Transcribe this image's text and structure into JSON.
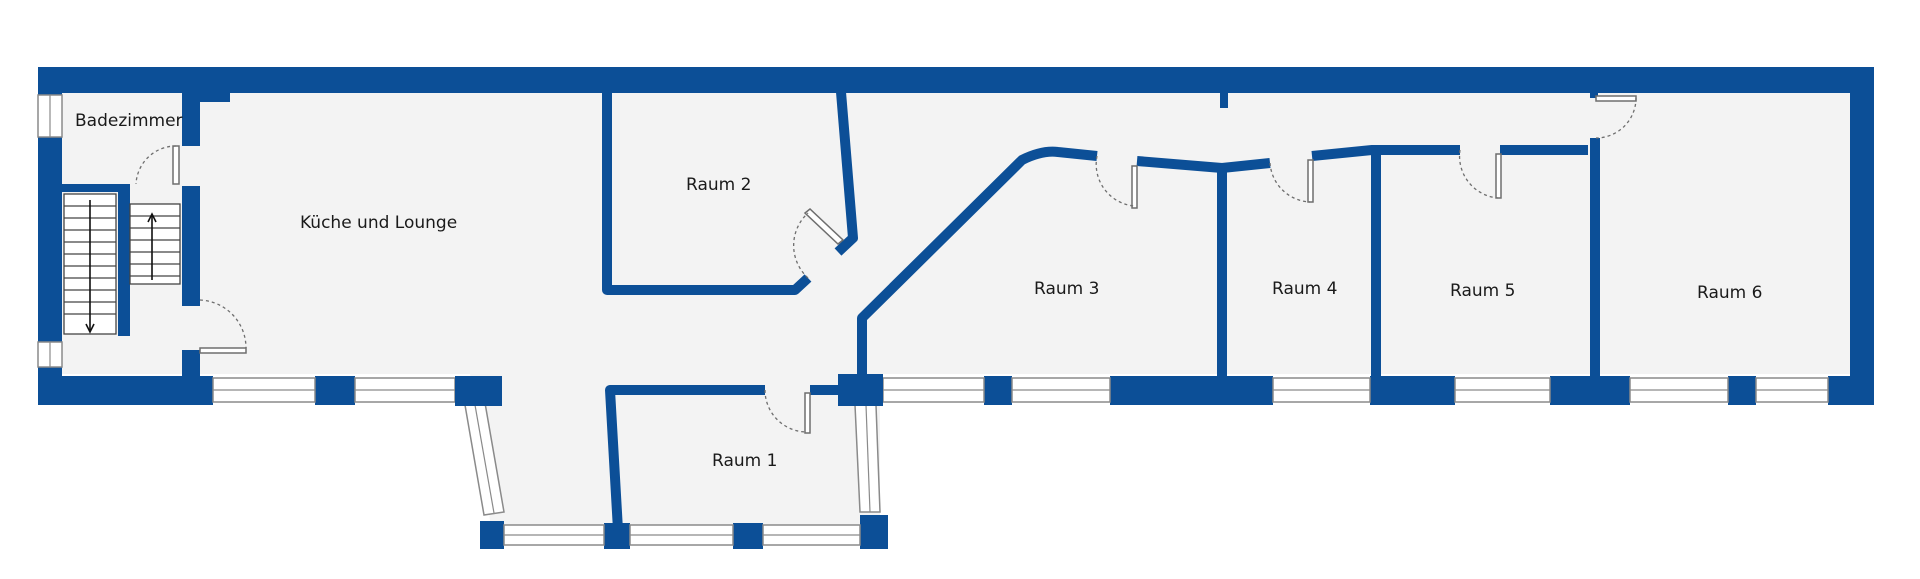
{
  "floorplan": {
    "rooms": [
      {
        "key": "badezimmer",
        "label": "Badezimmer"
      },
      {
        "key": "kueche",
        "label": "Küche und Lounge"
      },
      {
        "key": "raum1",
        "label": "Raum 1"
      },
      {
        "key": "raum2",
        "label": "Raum 2"
      },
      {
        "key": "raum3",
        "label": "Raum 3"
      },
      {
        "key": "raum4",
        "label": "Raum 4"
      },
      {
        "key": "raum5",
        "label": "Raum 5"
      },
      {
        "key": "raum6",
        "label": "Raum 6"
      }
    ],
    "colors": {
      "wall": "#0c4f97",
      "floor": "#f3f3f3",
      "window": "#ffffff"
    }
  }
}
